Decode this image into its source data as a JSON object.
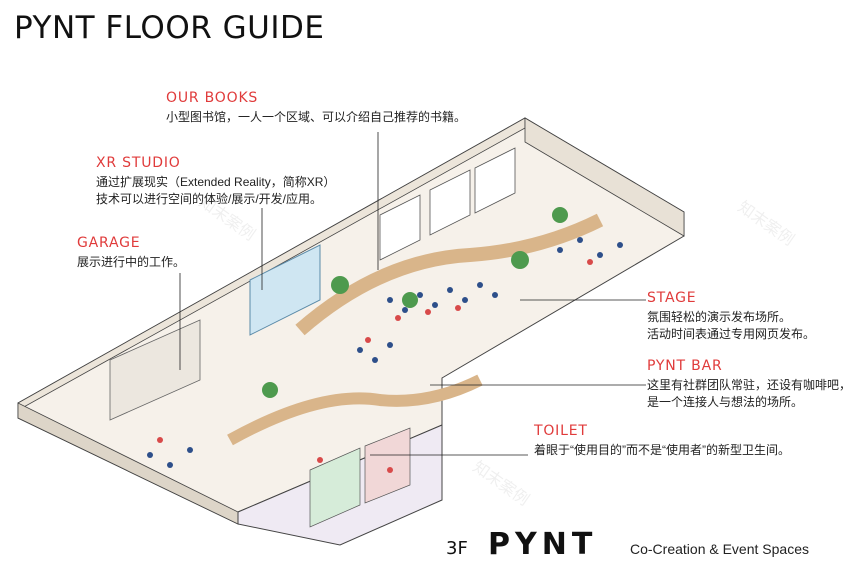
{
  "page": {
    "title": "PYNT FLOOR GUIDE"
  },
  "zones": {
    "our_books": {
      "title": "OUR BOOKS",
      "desc": [
        "小型图书馆，一人一个区域、可以介绍自己推荐的书籍。"
      ]
    },
    "xr_studio": {
      "title": "XR STUDIO",
      "desc": [
        "通过扩展现实（Extended Reality，简称XR）",
        "技术可以进行空间的体验/展示/开发/应用。"
      ]
    },
    "garage": {
      "title": "GARAGE",
      "desc": [
        "展示进行中的工作。"
      ]
    },
    "stage": {
      "title": "STAGE",
      "desc": [
        "氛围轻松的演示发布场所。",
        "活动时间表通过专用网页发布。"
      ]
    },
    "pynt_bar": {
      "title": "PYNT BAR",
      "desc": [
        "这里有社群团队常驻，还设有咖啡吧，",
        "是一个连接人与想法的场所。"
      ]
    },
    "toilet": {
      "title": "TOILET",
      "desc": [
        "着眼于“使用目的”而不是“使用者”的新型卫生间。"
      ]
    }
  },
  "footer": {
    "floor": "3F",
    "logo": "PYNT",
    "tagline": "Co-Creation & Event Spaces"
  },
  "watermark": "知末案例",
  "colors": {
    "accent": "#e03b3b",
    "floor": "#f6f1ea",
    "wood": "#d9b58a",
    "plant": "#4e9a4e",
    "glass": "#cfe6f2"
  }
}
